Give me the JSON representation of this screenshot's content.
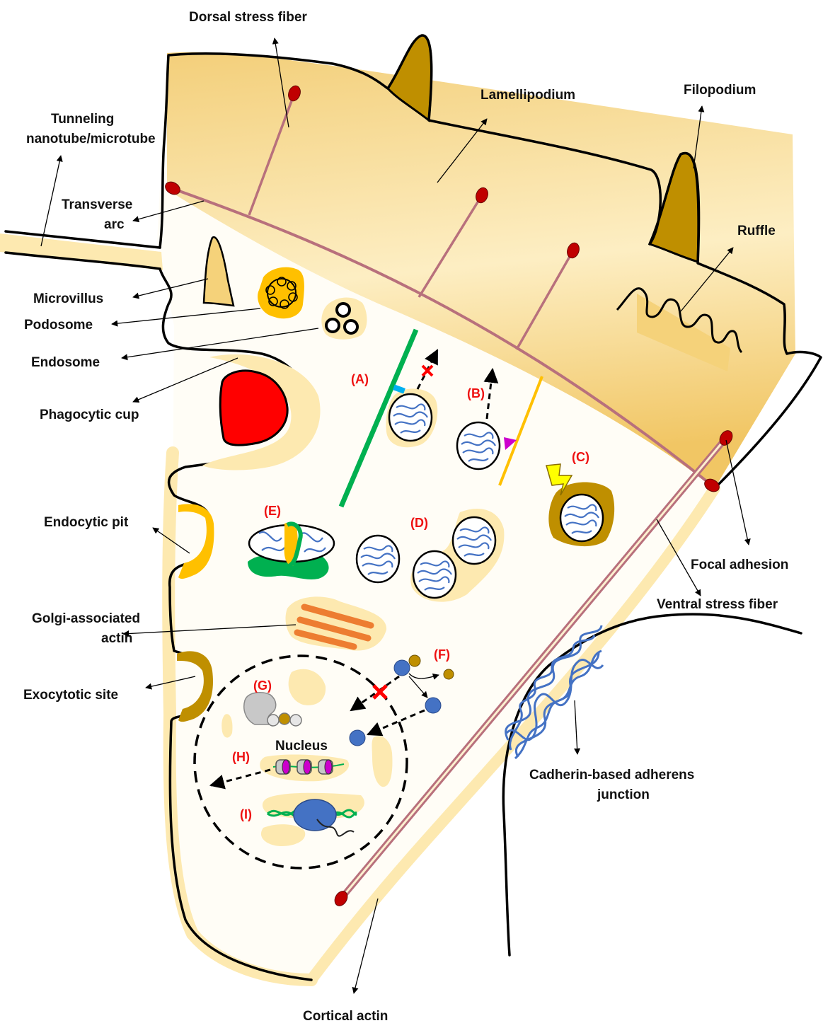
{
  "labels": {
    "dorsal_stress_fiber": "Dorsal stress fiber",
    "lamellipodium": "Lamellipodium",
    "filopodium": "Filopodium",
    "tunneling_line1": "Tunneling",
    "tunneling_line2": "nanotube/microtube",
    "transverse_arc_line1": "Transverse",
    "transverse_arc_line2": "arc",
    "ruffle": "Ruffle",
    "microvillus": "Microvillus",
    "podosome": "Podosome",
    "endosome": "Endosome",
    "phagocytic_cup": "Phagocytic cup",
    "endocytic_pit": "Endocytic pit",
    "golgi_line1": "Golgi-associated",
    "golgi_line2": "actin",
    "exocytotic_site": "Exocytotic site",
    "nucleus": "Nucleus",
    "focal_adhesion": "Focal adhesion",
    "ventral_stress_fiber": "Ventral stress fiber",
    "adherens_line1": "Cadherin-based adherens",
    "adherens_line2": "junction",
    "cortical_actin": "Cortical actin"
  },
  "tags": {
    "a": "(A)",
    "b": "(B)",
    "c": "(C)",
    "d": "(D)",
    "e": "(E)",
    "f": "(F)",
    "g": "(G)",
    "h": "(H)",
    "i": "(I)"
  },
  "colors": {
    "cytoplasm_actin": "#fde9b0",
    "lamellipodium_fill": "#f5d27a",
    "filopodium": "#bf8f00",
    "stress_fiber": "#b8707c",
    "focal_adhesion": "#c00000",
    "phagocytosed_particle": "#ff0000",
    "mitochondria_cristae": "#4472c4",
    "green_filament": "#00b050",
    "yellow_filament": "#ffc000",
    "golgi": "#ed7d31",
    "tag_red": "#ee1111"
  }
}
